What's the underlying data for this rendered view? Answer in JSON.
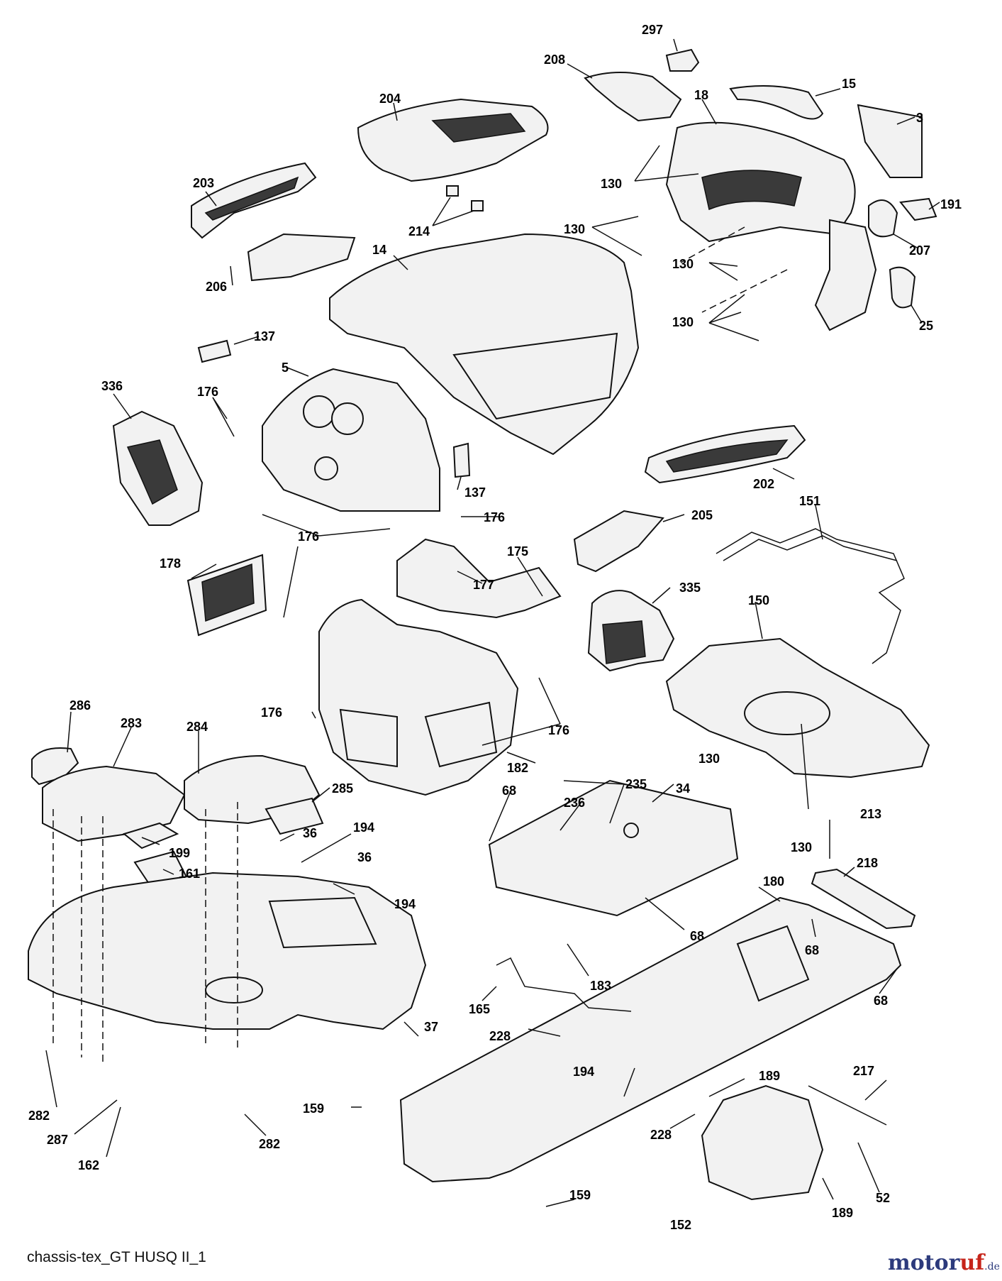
{
  "diagram": {
    "caption": "chassis-tex_GT HUSQ II_1",
    "watermark": {
      "main_a": "motor",
      "main_b": "uf",
      "suffix": ".de"
    },
    "colors": {
      "line": "#111111",
      "fill": "#f2f2f2",
      "dark": "#3a3a3a",
      "logo_blue": "#2c3a7c",
      "logo_red": "#c6241a"
    },
    "labels": [
      "297",
      "208",
      "204",
      "15",
      "18",
      "3",
      "130",
      "203",
      "214",
      "191",
      "130",
      "207",
      "14",
      "130",
      "206",
      "130",
      "25",
      "137",
      "336",
      "176",
      "5",
      "202",
      "137",
      "176",
      "151",
      "176",
      "205",
      "178",
      "175",
      "177",
      "335",
      "150",
      "130",
      "176",
      "176",
      "182",
      "286",
      "283",
      "284",
      "285",
      "235",
      "34",
      "68",
      "236",
      "36",
      "194",
      "199",
      "161",
      "36",
      "194",
      "213",
      "218",
      "180",
      "68",
      "130",
      "68",
      "68",
      "183",
      "165",
      "37",
      "228",
      "217",
      "194",
      "189",
      "159",
      "282",
      "287",
      "228",
      "52",
      "162",
      "282",
      "159",
      "152",
      "189"
    ]
  }
}
